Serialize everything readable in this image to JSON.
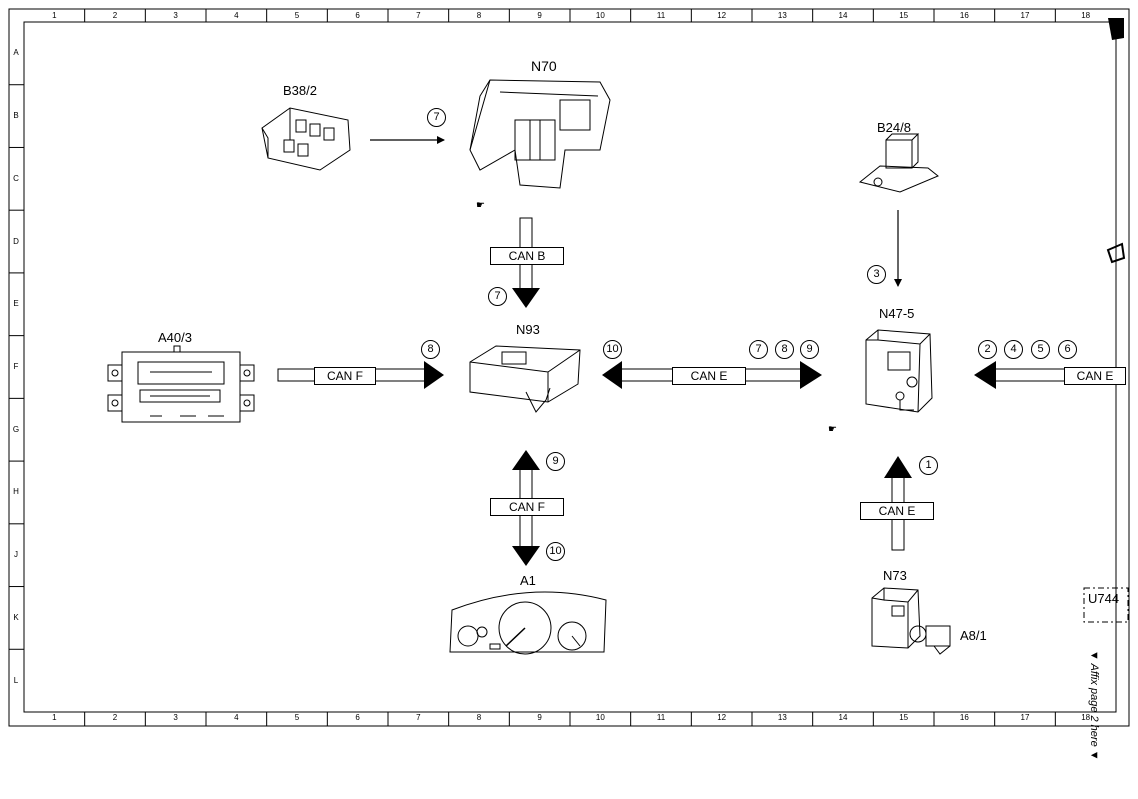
{
  "components": {
    "b38_2": "B38/2",
    "n70": "N70",
    "b24_8": "B24/8",
    "a40_3": "A40/3",
    "n93": "N93",
    "n47_5": "N47-5",
    "a1": "A1",
    "n73": "N73",
    "a8_1": "A8/1"
  },
  "buses": {
    "can_b": "CAN B",
    "can_f_left": "CAN F",
    "can_e_mid": "CAN E",
    "can_e_right": "CAN E",
    "can_f_down": "CAN F",
    "can_e_up": "CAN E"
  },
  "markers": {
    "m_b38_n70": "7",
    "m_canb": "7",
    "m_b24": "3",
    "m_canf_left": "8",
    "m_cane_left": "10",
    "m_cane_r1": "7",
    "m_cane_r2": "8",
    "m_cane_r3": "9",
    "m_right1": "2",
    "m_right2": "4",
    "m_right3": "5",
    "m_right4": "6",
    "m_canf_up": "9",
    "m_canf_down": "10",
    "m_n73": "1"
  },
  "sheet": {
    "reference": "U744",
    "note": "▼ Affix page 2 here ▼",
    "cols": [
      "1",
      "2",
      "3",
      "4",
      "5",
      "6",
      "7",
      "8",
      "9",
      "10",
      "11",
      "12",
      "13",
      "14",
      "15",
      "16",
      "17",
      "18"
    ],
    "rows": [
      "A",
      "B",
      "C",
      "D",
      "E",
      "F",
      "G",
      "H",
      "J",
      "K",
      "L"
    ]
  }
}
